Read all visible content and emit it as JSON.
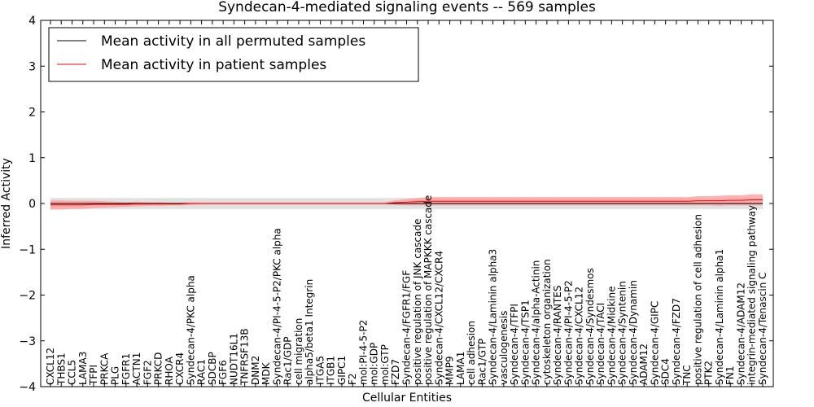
{
  "chart_data": {
    "type": "line",
    "title": "Syndecan-4-mediated signaling events -- 569 samples",
    "xlabel": "Cellular Entities",
    "ylabel": "Inferred Activity",
    "ylim": [
      -4,
      4
    ],
    "yticks": [
      "−4",
      "−3",
      "−2",
      "−1",
      "0",
      "1",
      "2",
      "3",
      "4"
    ],
    "grid": false,
    "legend_position": "top-left",
    "categories": [
      "CXCL12",
      "THBS1",
      "CCL5",
      "LAMA3",
      "TFPI",
      "PRKCA",
      "PLG",
      "FGFR1",
      "ACTN1",
      "FGF2",
      "PRKCD",
      "RHOA",
      "CXCR4",
      "Syndecan-4/PKC alpha",
      "RAC1",
      "SDCBP",
      "FGF6",
      "NUDT16L1",
      "TNFRSF13B",
      "DNM2",
      "MDK",
      "Syndecan-4/PI-4-5-P2/PKC alpha",
      "Rac1/GDP",
      "cell migration",
      "alpha5/beta1 Integrin",
      "ITGA5",
      "ITGB1",
      "GIPC1",
      "F2",
      "mol:PI-4-5-P2",
      "mol:GDP",
      "mol:GTP",
      "FZD7",
      "Syndecan-4/FGFR1/FGF",
      "positive regulation of JNK cascade",
      "positive regulation of MAPKKK cascade",
      "Syndecan-4/CXCL12/CXCR4",
      "MMP9",
      "LAMA1",
      "cell adhesion",
      "Rac1/GTP",
      "Syndecan-4/Laminin alpha3",
      "vasculogenesis",
      "Syndecan-4/TFPI",
      "Syndecan-4/TSP1",
      "Syndecan-4/alpha-Actinin",
      "cytoskeleton organization",
      "Syndecan-4/RANTES",
      "Syndecan-4/PI-4-5-P2",
      "Syndecan-4/CXCL12",
      "Syndecan-4/Syndesmos",
      "Syndecan-4/TACI",
      "Syndecan-4/Midkine",
      "Syndecan-4/Syntenin",
      "Syndecan-4/Dynamin",
      "ADAM12",
      "Syndecan-4/GIPC",
      "SDC4",
      "Syndecan-4/FZD7",
      "TNC",
      "positive regulation of cell adhesion",
      "PTK2",
      "Syndecan-4/Laminin alpha1",
      "FN1",
      "Syndecan-4/ADAM12",
      "integrin-mediated signaling pathway",
      "Syndecan-4/Tenascin C"
    ],
    "series": [
      {
        "name": "Mean activity in all permuted samples",
        "color": "#000000",
        "values": [
          0,
          0,
          0,
          0,
          0,
          0,
          0,
          0,
          0,
          0,
          0,
          0,
          0,
          0,
          0,
          0,
          0,
          0,
          0,
          0,
          0,
          0,
          0,
          0,
          0,
          0,
          0,
          0,
          0,
          0,
          0,
          0,
          0,
          0,
          0,
          0,
          0,
          0,
          0,
          0,
          0,
          0,
          0,
          0,
          0,
          0,
          0,
          0,
          0,
          0,
          0,
          0,
          0,
          0,
          0,
          0,
          0,
          0,
          0,
          0,
          0,
          0,
          0,
          0,
          0,
          0,
          0
        ],
        "band": 0.12,
        "band_color": "#d9d9d9"
      },
      {
        "name": "Mean activity in patient samples",
        "color": "#ff0000",
        "values": [
          -0.03,
          -0.03,
          -0.03,
          -0.03,
          -0.02,
          -0.02,
          -0.02,
          -0.02,
          -0.01,
          -0.01,
          -0.01,
          -0.01,
          -0.01,
          0,
          0,
          0,
          0,
          0,
          0,
          0,
          0,
          0,
          0,
          0,
          0,
          0,
          0,
          0,
          0,
          0,
          0,
          0,
          0.02,
          0.03,
          0.04,
          0.05,
          0.05,
          0.05,
          0.05,
          0.05,
          0.05,
          0.05,
          0.05,
          0.05,
          0.05,
          0.05,
          0.05,
          0.05,
          0.05,
          0.05,
          0.05,
          0.05,
          0.05,
          0.05,
          0.05,
          0.05,
          0.05,
          0.05,
          0.05,
          0.05,
          0.06,
          0.06,
          0.06,
          0.07,
          0.07,
          0.08,
          0.08
        ],
        "band_color": "#ff9999",
        "band_width": [
          0.1,
          0.1,
          0.09,
          0.09,
          0.08,
          0.07,
          0.06,
          0.05,
          0.05,
          0.04,
          0.04,
          0.03,
          0.03,
          0.03,
          0.02,
          0.02,
          0.02,
          0.02,
          0.02,
          0.02,
          0.02,
          0.02,
          0.02,
          0.02,
          0.02,
          0.02,
          0.02,
          0.02,
          0.02,
          0.02,
          0.02,
          0.02,
          0.05,
          0.07,
          0.08,
          0.09,
          0.09,
          0.09,
          0.09,
          0.09,
          0.09,
          0.09,
          0.09,
          0.09,
          0.09,
          0.09,
          0.09,
          0.09,
          0.09,
          0.09,
          0.09,
          0.09,
          0.09,
          0.09,
          0.09,
          0.09,
          0.09,
          0.09,
          0.09,
          0.09,
          0.1,
          0.1,
          0.11,
          0.11,
          0.11,
          0.12,
          0.12
        ]
      }
    ]
  }
}
